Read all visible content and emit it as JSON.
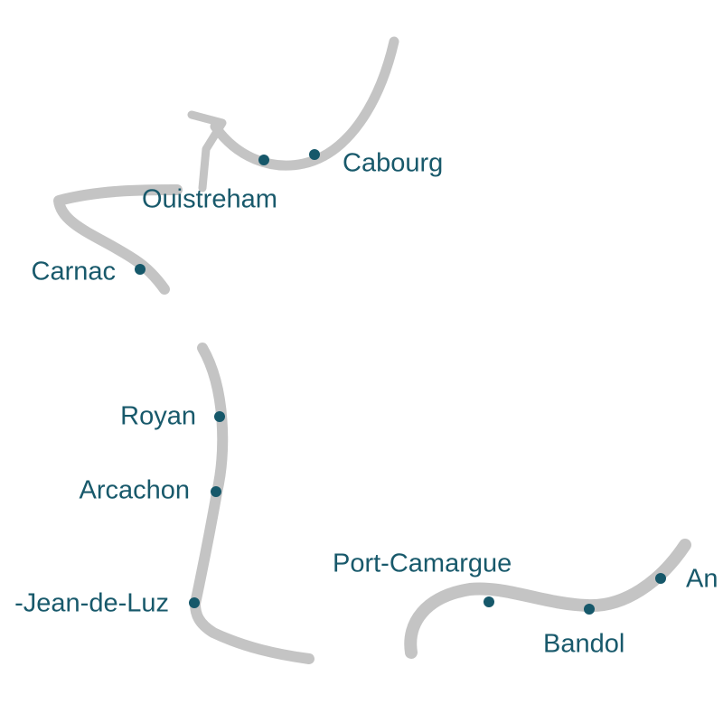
{
  "map": {
    "colors": {
      "coastline": "#c4c4c4",
      "marker": "#16586a",
      "label": "#18596b",
      "background": "#ffffff"
    },
    "cities": [
      {
        "id": "cabourg",
        "name": "Cabourg"
      },
      {
        "id": "ouistreham",
        "name": "Ouistreham"
      },
      {
        "id": "carnac",
        "name": "Carnac"
      },
      {
        "id": "royan",
        "name": "Royan"
      },
      {
        "id": "arcachon",
        "name": "Arcachon"
      },
      {
        "id": "saint-jean-de-luz",
        "name": "-Jean-de-Luz"
      },
      {
        "id": "port-camargue",
        "name": "Port-Camargue"
      },
      {
        "id": "bandol",
        "name": "Bandol"
      },
      {
        "id": "antibes",
        "name": "An"
      }
    ]
  }
}
